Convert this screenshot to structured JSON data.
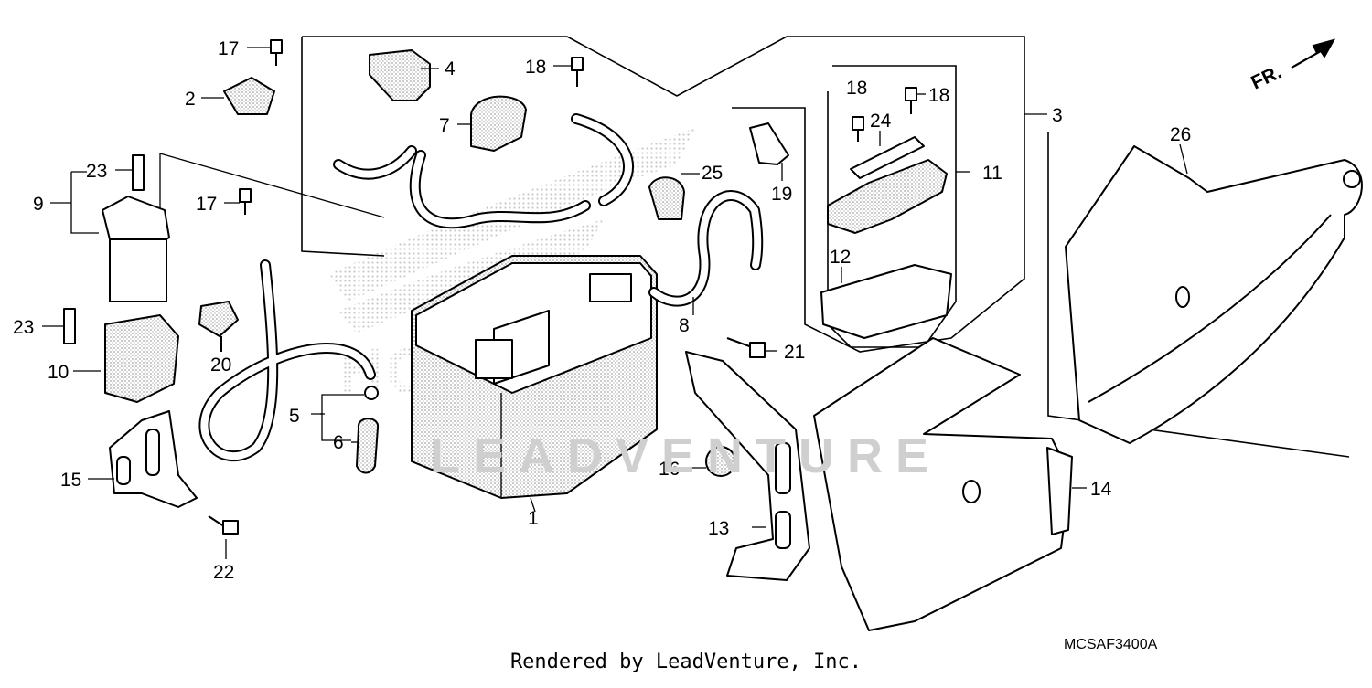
{
  "diagram": {
    "callouts": {
      "c1": "1",
      "c2": "2",
      "c3": "3",
      "c4": "4",
      "c5": "5",
      "c6": "6",
      "c7": "7",
      "c8": "8",
      "c9": "9",
      "c10": "10",
      "c11": "11",
      "c12": "12",
      "c13": "13",
      "c14": "14",
      "c15": "15",
      "c16": "16",
      "c17a": "17",
      "c17b": "17",
      "c18a": "18",
      "c18b": "18",
      "c18c": "18",
      "c19": "19",
      "c20": "20",
      "c21": "21",
      "c22": "22",
      "c23a": "23",
      "c23b": "23",
      "c24": "24",
      "c25": "25",
      "c26": "26"
    },
    "front_indicator": "FR.",
    "diagram_code": "MCSAF3400A",
    "watermark": "LEADVENTURE",
    "footer": "Rendered by LeadVenture, Inc."
  }
}
